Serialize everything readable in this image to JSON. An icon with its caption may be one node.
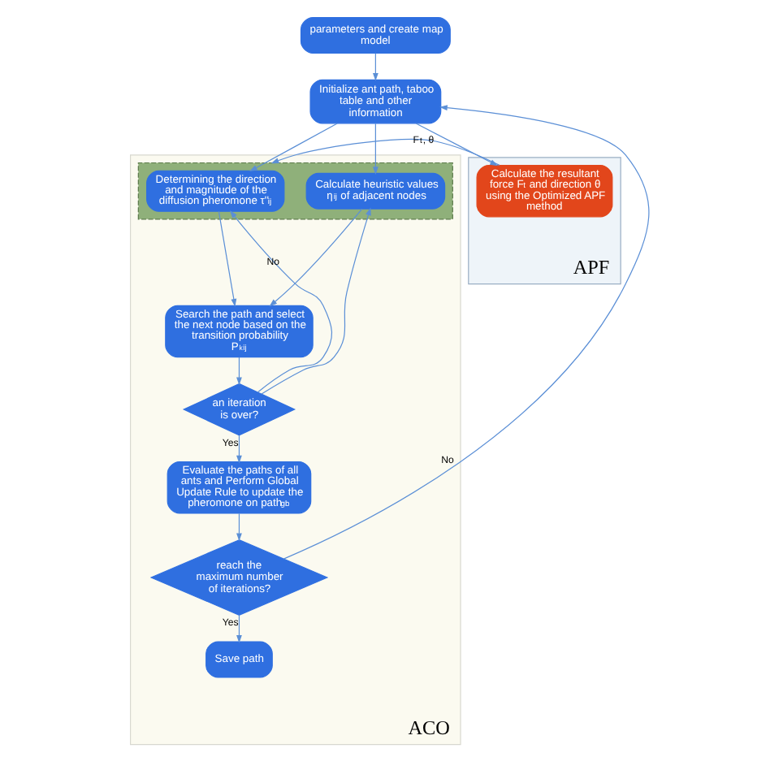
{
  "diagram": {
    "nodes": [
      {
        "text": [
          "parameters and create map model"
        ]
      },
      {
        "text": [
          "Initialize ant path, taboo table and other information"
        ]
      },
      {
        "text": [
          "ACO"
        ]
      },
      {
        "text": [],
        "shape": "box",
        "in": 2
      },
      {
        "text": [
          "Determining the direction and magnitude of the diffusion pheromone τ''$_{ij}$"
        ],
        "in": 3
      },
      {
        "text": [
          "Calculate heuristic values η$_{ij}$ of adjacent nodes"
        ],
        "in": 3
      },
      {
        "text": [
          "Search the path and select the next node based on the transition probability P$^{k}$$_{ij}$"
        ],
        "in": 2
      },
      {
        "text": [
          "an iteration is over?"
        ],
        "in": 2
      },
      {
        "text": [
          "Evaluate the paths of all ants and Perform Global Update Rule to update the pheromone on path$_{gb}$"
        ],
        "in": 2
      },
      {
        "text": [
          "reach the maximum number of iterations?"
        ],
        "in": 2
      },
      {
        "text": [
          "Save path"
        ],
        "in": 2
      },
      {
        "text": [
          "APF"
        ]
      },
      {
        "text": [
          "Calculate the resultant force F$_{t}$ and direction θ using the Optimized APF method"
        ],
        "in": 11
      }
    ],
    "edges": [
      {
        "from": 0,
        "to": 1,
        "arrow": "to"
      },
      {
        "from": 1,
        "to": 4,
        "arrow": "to"
      },
      {
        "from": 1,
        "to": 5,
        "arrow": "to"
      },
      {
        "from": 1,
        "to": 12,
        "arrow": "to"
      },
      {
        "from": 12,
        "to": 3,
        "arrow": "to",
        "label": "F$_{t}$, θ"
      },
      {
        "from": 4,
        "to": 6,
        "arrow": "to"
      },
      {
        "from": 5,
        "to": 6,
        "arrow": "to"
      },
      {
        "from": 6,
        "to": 7,
        "arrow": "to"
      },
      {
        "from": 7,
        "to": 8,
        "arrow": "to",
        "label": "Yes"
      },
      {
        "from": 7,
        "to": 4,
        "arrow": "to",
        "label": "No"
      },
      {
        "from": 7,
        "to": 5,
        "arrow": "to"
      },
      {
        "from": 8,
        "to": 9,
        "arrow": "to"
      },
      {
        "from": 9,
        "to": 1,
        "arrow": "to",
        "label": "No"
      },
      {
        "from": 9,
        "to": 10,
        "arrow": "to",
        "label": "Yes"
      }
    ]
  }
}
